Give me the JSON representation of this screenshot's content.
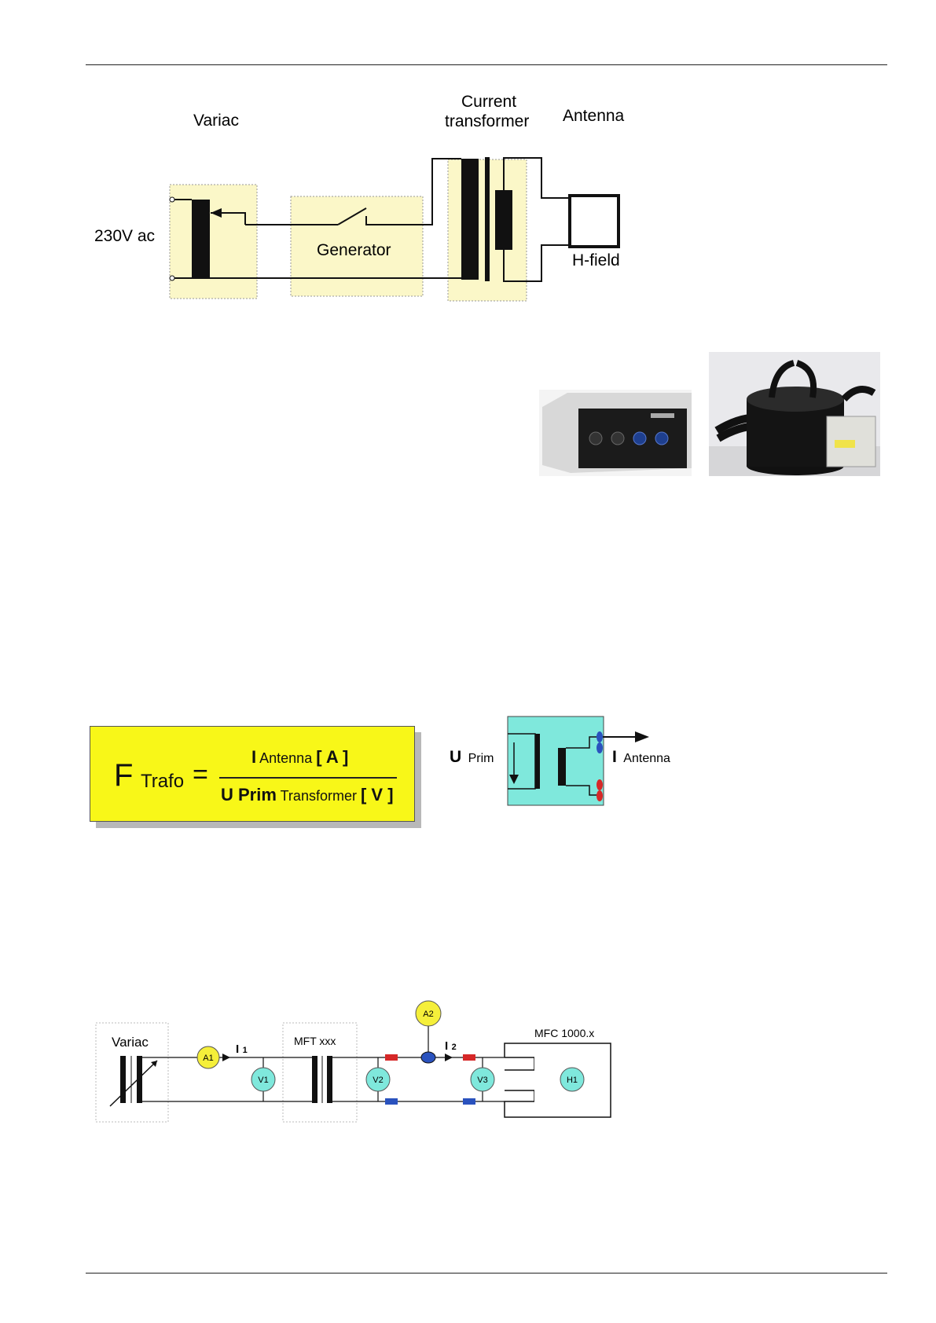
{
  "diagram1": {
    "label_variac": "Variac",
    "label_current": "Current",
    "label_transformer": "transformer",
    "label_antenna": "Antenna",
    "label_supply": "230V ac",
    "label_generator": "Generator",
    "label_hfield": "H-field"
  },
  "formula": {
    "f": "F",
    "f_sub": "Trafo",
    "equals": "=",
    "num_main": "I",
    "num_sub": "Antenna",
    "num_unit": "[ A ]",
    "den_main": "U Prim",
    "den_sub": "Transformer",
    "den_unit": "[ V ]"
  },
  "trafo_symbol": {
    "u": "U",
    "u_sub": "Prim",
    "i": "I",
    "i_sub": "Antenna"
  },
  "diagram2": {
    "label_variac": "Variac",
    "label_mft": "MFT xxx",
    "label_mfc": "MFC 1000.x",
    "a1": "A1",
    "a2": "A2",
    "v1": "V1",
    "v2": "V2",
    "v3": "V3",
    "h1": "H1",
    "i1_main": "I",
    "i1_sub": "1",
    "i2_main": "I",
    "i2_sub": "2"
  },
  "colors": {
    "box_fill": "#fbf7c8",
    "formula_fill": "#f8f718",
    "trafo_fill": "#7fe8dc",
    "meter_a": "#f5ef3a",
    "meter_v": "#7fe8dc",
    "plug_red": "#d62828",
    "plug_blue": "#2a52be"
  }
}
